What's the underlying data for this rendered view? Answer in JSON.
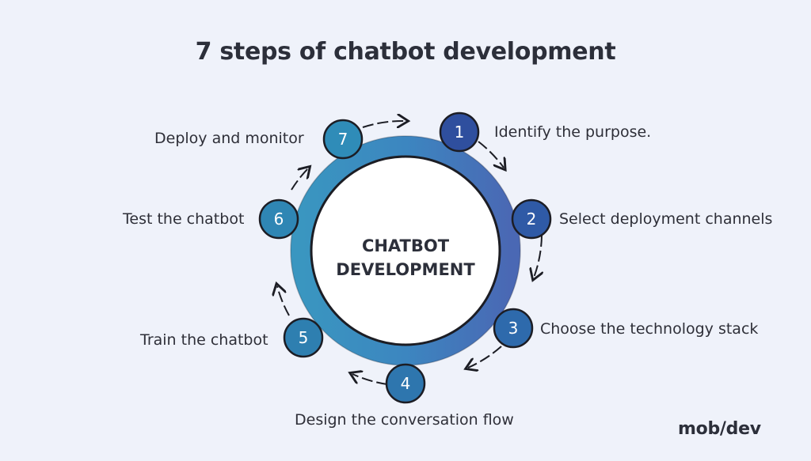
{
  "title": "7 steps of chatbot development",
  "center": {
    "line1": "CHATBOT",
    "line2": "DEVELOPMENT"
  },
  "steps": [
    {
      "number": "1",
      "label": "Identify the purpose."
    },
    {
      "number": "2",
      "label": "Select deployment channels"
    },
    {
      "number": "3",
      "label": "Choose the technology stack"
    },
    {
      "number": "4",
      "label": "Design the conversation flow"
    },
    {
      "number": "5",
      "label": "Train the chatbot"
    },
    {
      "number": "6",
      "label": "Test the chatbot"
    },
    {
      "number": "7",
      "label": "Deploy and monitor"
    }
  ],
  "logo": "mob/dev",
  "colors": {
    "background": "#eff2fa",
    "ring_start": "#3a96c0",
    "ring_end": "#4a68b4",
    "step_circle_blue": "#2f5aa6",
    "step_circle_teal": "#2e7fb0",
    "text": "#2c2f3a"
  }
}
